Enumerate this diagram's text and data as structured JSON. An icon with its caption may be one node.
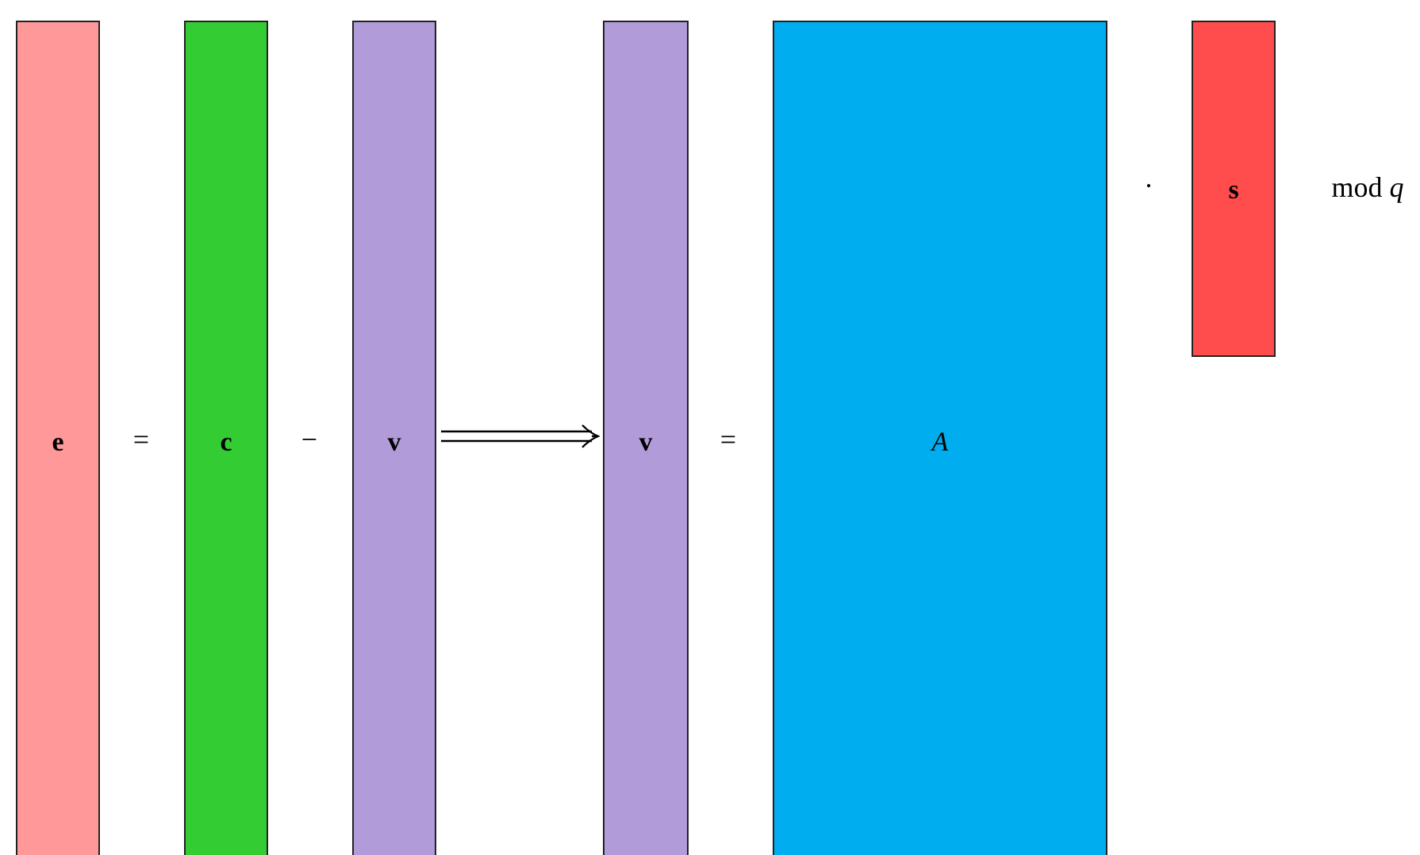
{
  "diagram": {
    "nodes": [
      {
        "text": [
          "e"
        ]
      },
      {
        "text": [
          "c"
        ]
      },
      {
        "text": [
          "v"
        ]
      },
      {
        "text": [
          "v"
        ]
      },
      {
        "text": [
          "A"
        ]
      },
      {
        "text": [
          "s"
        ]
      }
    ],
    "edges": [
      {
        "from": 2,
        "to": 3,
        "arrow": "to"
      }
    ],
    "labels": [
      "=",
      "−",
      "=",
      "·",
      "mod *q*"
    ]
  }
}
